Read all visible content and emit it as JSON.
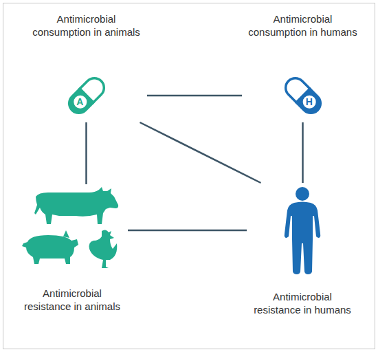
{
  "diagram": {
    "nodes": [
      {
        "text": [
          "Antimicrobial consumption in animals",
          "A"
        ]
      },
      {
        "text": [
          "Antimicrobial consumption in humans",
          "H"
        ]
      },
      {
        "text": [
          "Antimicrobial resistance in animals"
        ]
      },
      {
        "text": [
          "Antimicrobial resistance in humans"
        ]
      }
    ],
    "edges": [
      {
        "from": 0,
        "to": 1,
        "arrow": "none"
      },
      {
        "from": 0,
        "to": 2,
        "arrow": "none"
      },
      {
        "from": 0,
        "to": 3,
        "arrow": "none"
      },
      {
        "from": 1,
        "to": 3,
        "arrow": "none"
      },
      {
        "from": 2,
        "to": 3,
        "arrow": "none"
      }
    ]
  }
}
